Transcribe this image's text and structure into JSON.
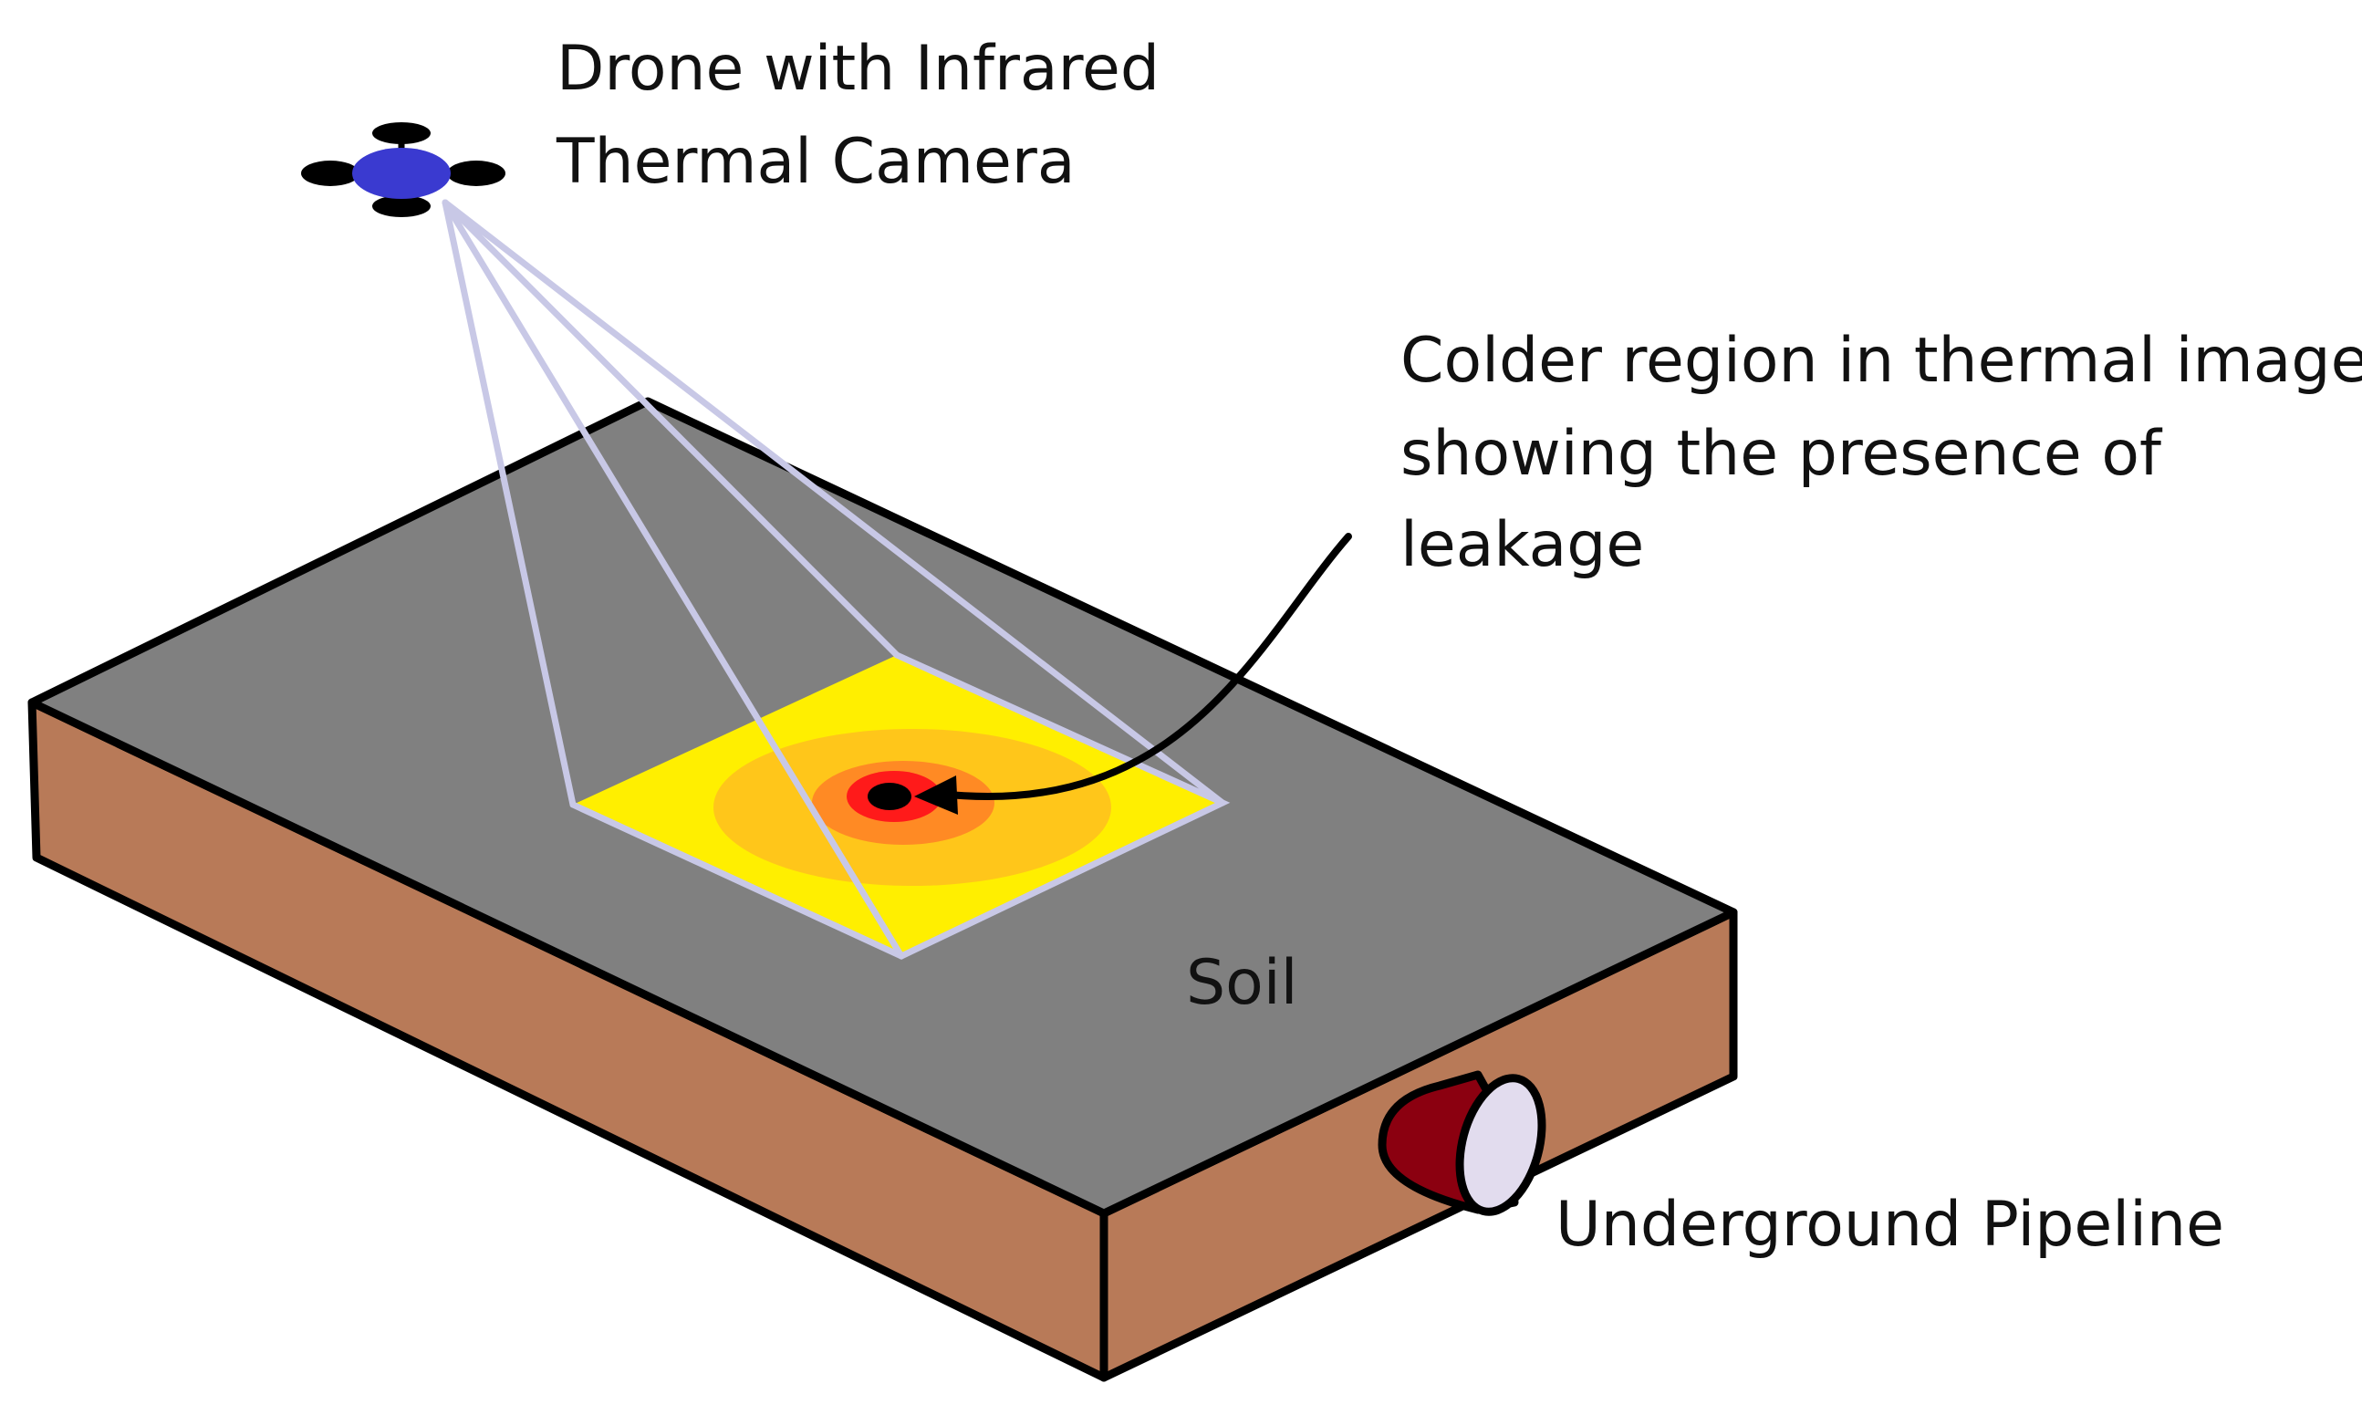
{
  "labels": {
    "drone": [
      "Drone with Infrared",
      "Thermal Camera"
    ],
    "colder_region": [
      "Colder region in thermal image",
      "showing the presence of",
      "leakage"
    ],
    "soil": "Soil",
    "pipeline": "Underground Pipeline"
  },
  "icons": {
    "drone": "quadcopter-drone-icon",
    "pipe": "pipe-cross-section-icon"
  },
  "colors": {
    "soil_top": "#808080",
    "soil_side": "#b87a58",
    "outline": "#000000",
    "camera_beam": "#c8c8e6",
    "thermal_hot": "#ffef00",
    "thermal_warm": "#ffc61a",
    "thermal_mid": "#ff8a24",
    "thermal_cold": "#ff1a1a",
    "drone_body": "#3a3ad0",
    "pipe_body": "#8b0010",
    "pipe_face": "#e2dcee"
  }
}
